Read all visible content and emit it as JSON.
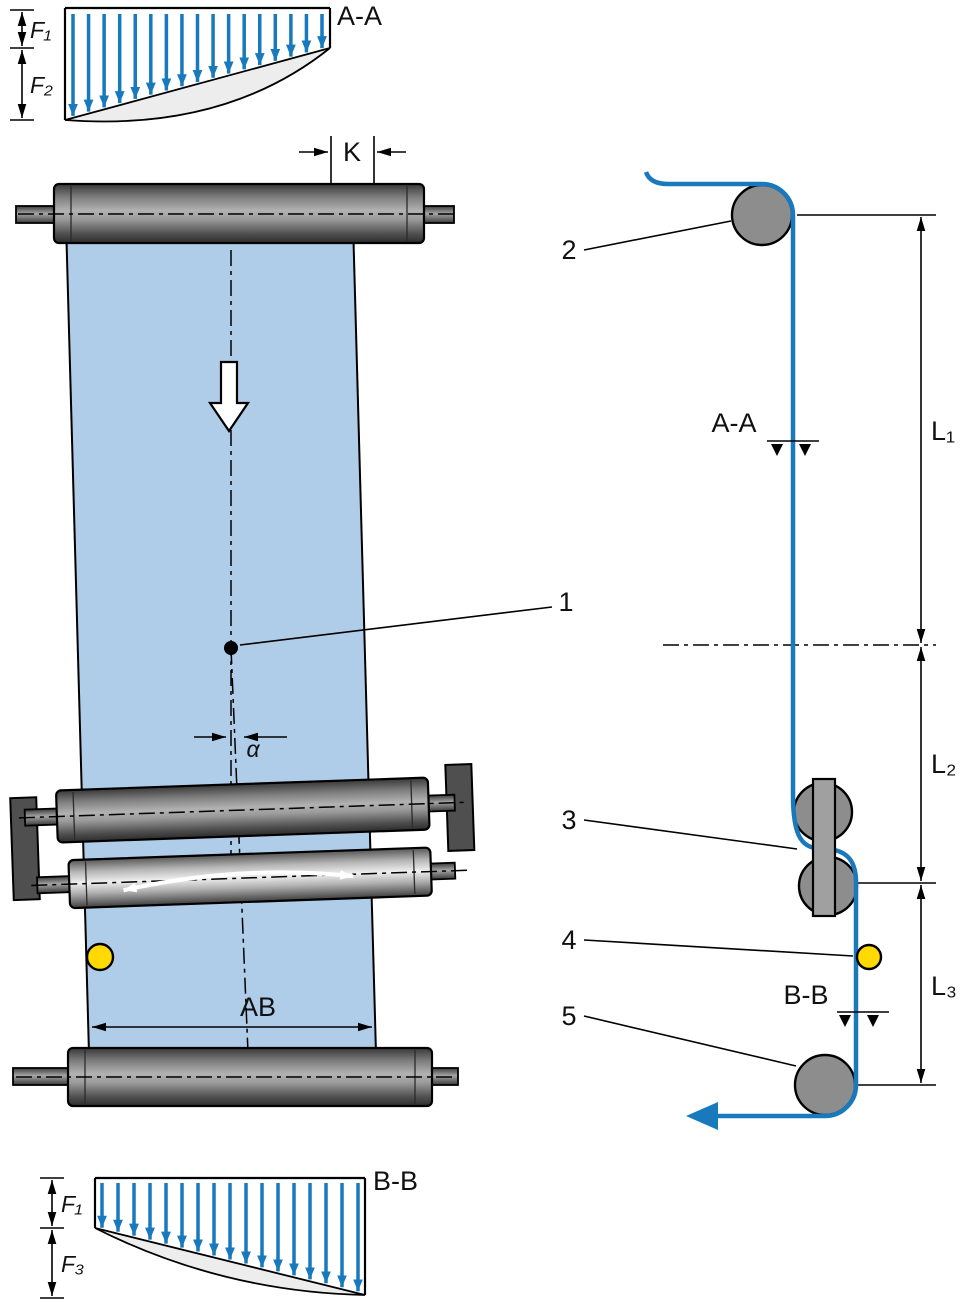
{
  "colors": {
    "background": "#ffffff",
    "web_fill": "#afcce9",
    "line_blue": "#1879bd",
    "sensor_yellow": "#ffd900",
    "roller_dark": "#4f4f4f",
    "outline": "#000000"
  },
  "top_force_diagram": {
    "section_label": "A-A",
    "f1": "F₁",
    "f2": "F₂"
  },
  "bottom_force_diagram": {
    "section_label": "B-B",
    "f1": "F₁",
    "f3": "F₃"
  },
  "front_view": {
    "k": "K",
    "ab": "AB",
    "alpha": "α",
    "pivot_point": "1"
  },
  "side_view": {
    "roller_top": "2",
    "steering_frame": "3",
    "sensor": "4",
    "roller_bottom": "5",
    "section_aa": "A-A",
    "section_bb": "B-B",
    "l1": "L₁",
    "l2": "L₂",
    "l3": "L₃"
  }
}
